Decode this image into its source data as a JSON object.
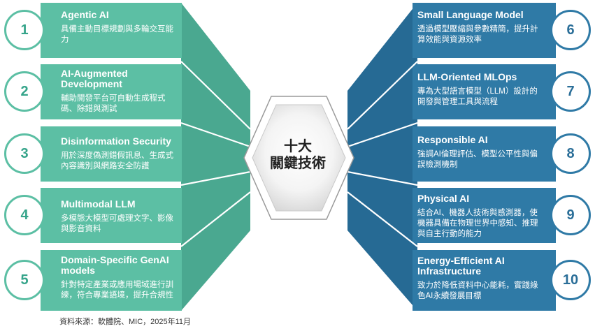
{
  "center": {
    "line1": "十大",
    "line2": "關鍵技術"
  },
  "source_note": "資料來源：軟體院、MIC，2025年11月",
  "colors": {
    "left_card": "#5cbfa4",
    "left_wedge": "#4aa890",
    "right_card": "#2f7aa6",
    "right_wedge": "#266a94"
  },
  "items_left": [
    {
      "number": "1",
      "title": "Agentic AI",
      "desc": "具備主動目標規劃與多輪交互能力"
    },
    {
      "number": "2",
      "title": "AI-Augmented Development",
      "desc": "輔助開發平台可自動生成程式碼、除錯與測試"
    },
    {
      "number": "3",
      "title": "Disinformation Security",
      "desc": "用於深度偽測錯假訊息、生成式內容識別與網路安全防護"
    },
    {
      "number": "4",
      "title": "Multimodal LLM",
      "desc": "多模態大模型可處理文字、影像與影音資料"
    },
    {
      "number": "5",
      "title": "Domain-Specific GenAI models",
      "desc": "針對特定產業或應用場域進行訓練，符合專業語境，提升合規性"
    }
  ],
  "items_right": [
    {
      "number": "6",
      "title": "Small Language Model",
      "desc": "透過模型壓縮與參數精簡，提升計算效能與資源效率"
    },
    {
      "number": "7",
      "title": "LLM-Oriented MLOps",
      "desc": "專為大型語言模型（LLM）設計的開發與管理工具與流程"
    },
    {
      "number": "8",
      "title": "Responsible AI",
      "desc": "強調AI倫理評估、模型公平性與偏誤檢測機制"
    },
    {
      "number": "9",
      "title": "Physical AI",
      "desc": "結合AI、機器人技術與感測器，使機器具備在物理世界中感知、推理與自主行動的能力"
    },
    {
      "number": "10",
      "title": "Energy-Efficient AI Infrastructure",
      "desc": "致力於降低資料中心能耗，實踐綠色AI永續發展目標"
    }
  ]
}
